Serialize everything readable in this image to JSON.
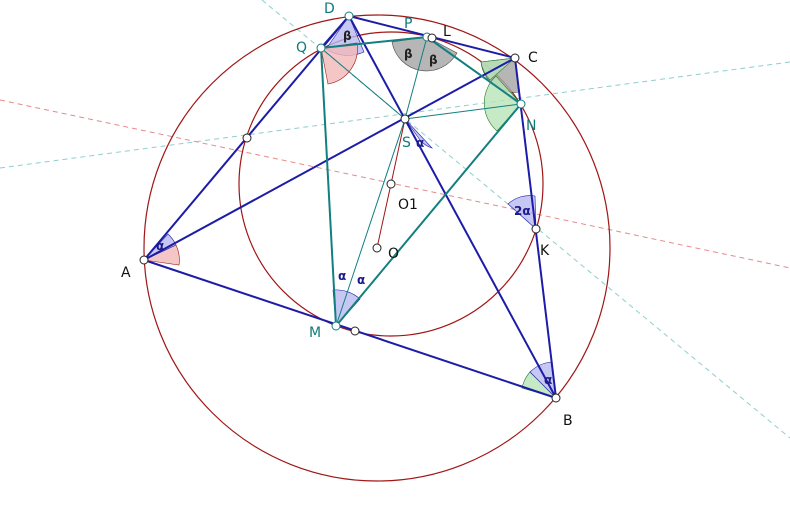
{
  "colors": {
    "circle": "#a01616",
    "blue_line": "#1c1ca8",
    "teal_line": "#137f7f",
    "dash_red": "#e58a8a",
    "dash_teal": "#8ecece",
    "fill_red": "#f2b8b8",
    "fill_blue": "#b9b9f0",
    "fill_green": "#b8e3b8",
    "fill_gray": "#a9a9a9",
    "point_fill": "#ffffff"
  },
  "points": {
    "A": "A",
    "B": "B",
    "C": "C",
    "D": "D",
    "P": "P",
    "L": "L",
    "Q": "Q",
    "N": "N",
    "S": "S",
    "O1": "O1",
    "O": "O",
    "K": "K",
    "M": "M"
  },
  "angles": {
    "alpha": "α",
    "beta": "β",
    "two_alpha": "2α"
  }
}
